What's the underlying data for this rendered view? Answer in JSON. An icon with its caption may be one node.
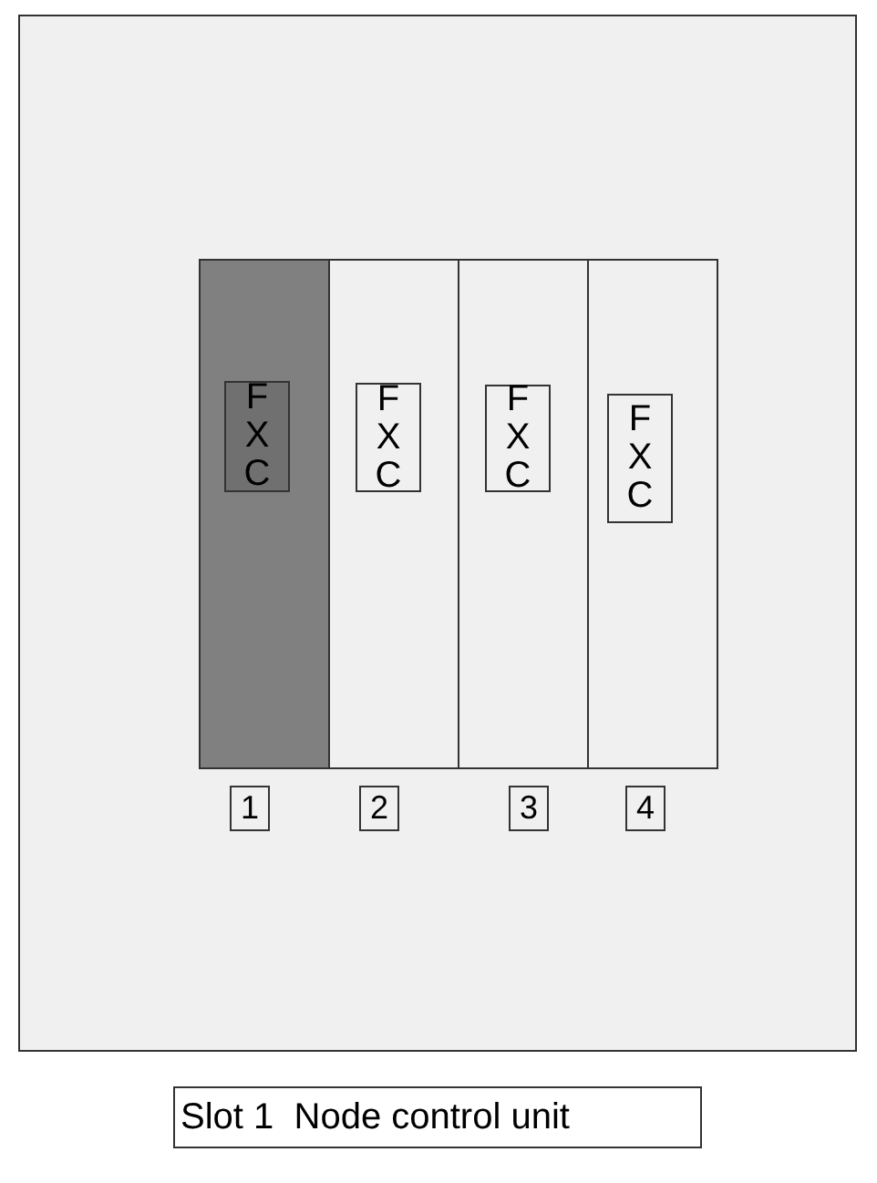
{
  "diagram": {
    "caption": "Slot 1  Node control unit",
    "nodes": [
      {
        "text": [],
        "shape": "box"
      },
      {
        "text": [],
        "shape": "box",
        "in": 0
      },
      {
        "text": [
          "F X C"
        ],
        "in": 1
      },
      {
        "text": [],
        "shape": "box",
        "in": 0
      },
      {
        "text": [
          "F X C"
        ],
        "in": 3
      },
      {
        "text": [],
        "shape": "box",
        "in": 0
      },
      {
        "text": [
          "F X C"
        ],
        "in": 5
      },
      {
        "text": [],
        "shape": "box",
        "in": 0
      },
      {
        "text": [
          "F X C"
        ],
        "in": 7
      },
      {
        "text": [
          "1"
        ],
        "in": 0
      },
      {
        "text": [
          "2"
        ],
        "in": 0
      },
      {
        "text": [
          "3"
        ],
        "in": 0
      },
      {
        "text": [
          "4"
        ],
        "in": 0
      }
    ]
  }
}
